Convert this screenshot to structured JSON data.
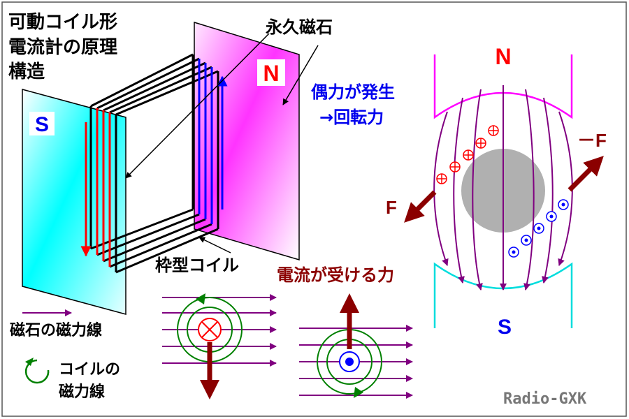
{
  "title_lines": [
    "可動コイル形",
    "電流計の原理",
    "構造"
  ],
  "magnet_label": "永久磁石",
  "frame_coil_label": "枠型コイル",
  "left_s": "S",
  "left_n": "N",
  "couple_line1": "偶力が発生",
  "couple_line2": "→回転力",
  "right_n": "N",
  "right_s": "S",
  "force_neg": "－F",
  "force_pos": "F",
  "current_force_label": "電流が受ける力",
  "legend_magnet": "磁石の磁力線",
  "legend_coil_line1": "コイルの",
  "legend_coil_line2": "磁力線",
  "watermark": "Radio-GXK",
  "colors": {
    "s_pole": "#00e5e5",
    "n_pole": "#ff00ff",
    "field_line": "#800080",
    "coil_field": "#008000",
    "force_arrow": "#8b0000",
    "blue_text": "#0000ee",
    "red_text": "#ff0000",
    "gray_core": "#b0b0b0"
  }
}
